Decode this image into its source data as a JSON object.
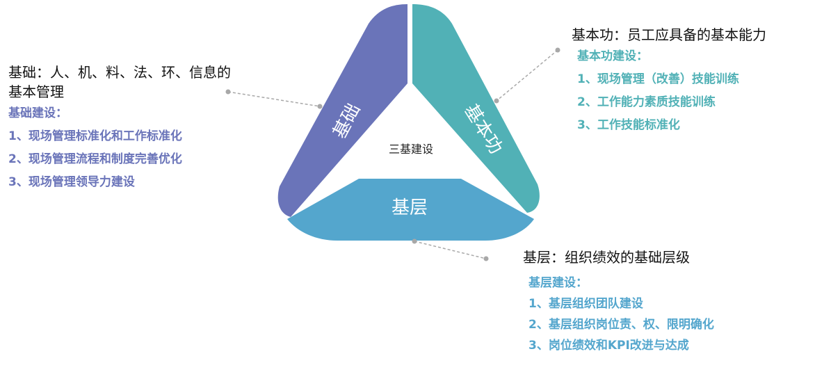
{
  "center": {
    "label": "三基建设"
  },
  "segments": {
    "jichu": {
      "label": "基础",
      "color": "#6a74b9"
    },
    "jibengong": {
      "label": "基本功",
      "color": "#51b1b6"
    },
    "jiceng": {
      "label": "基层",
      "color": "#54a6cd"
    }
  },
  "left_panel": {
    "heading": "基础：人、机、料、法、环、信息的基本管理",
    "sub": "基础建设：",
    "items": [
      "1、现场管理标准化和工作标准化",
      "2、现场管理流程和制度完善优化",
      "3、现场管理领导力建设"
    ]
  },
  "right_panel": {
    "heading": "基本功：员工应具备的基本能力",
    "sub": "基本功建设：",
    "items": [
      "1、现场管理（改善）技能训练",
      "2、工作能力素质技能训练",
      "3、工作技能标准化"
    ]
  },
  "bottom_panel": {
    "heading": "基层：组织绩效的基础层级",
    "sub": "基层建设：",
    "items": [
      "1、基层组织团队建设",
      "2、基层组织岗位责、权、限明确化",
      "3、岗位绩效和KPI改进与达成"
    ]
  }
}
